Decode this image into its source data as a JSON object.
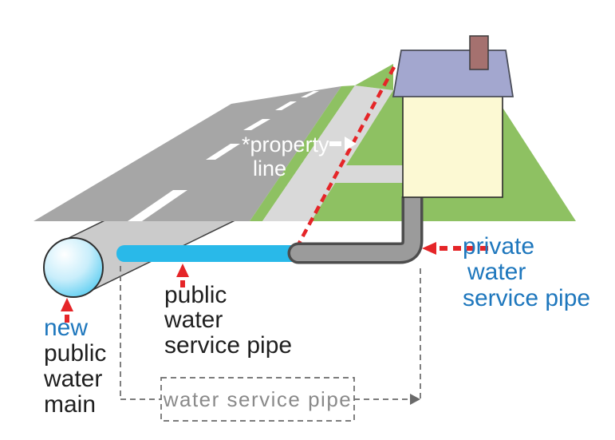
{
  "labels": {
    "property_line": [
      "*property",
      "line"
    ],
    "water_main": [
      "new",
      "public",
      "water",
      "main"
    ],
    "public_service_pipe": [
      "public",
      "water",
      "service pipe"
    ],
    "private_service_pipe": [
      "private",
      "water",
      "service pipe"
    ],
    "water_service_pipe_combined": "water service pipe"
  },
  "colors": {
    "road": "#a6a6a6",
    "grass": "#8ec162",
    "sidewalk": "#d9d9d9",
    "walkway": "#d9d9d9",
    "roof": "#a3a7cf",
    "house_wall": "#fcf9d3",
    "chimney": "#a5716f",
    "public_pipe_blue": "#29b9e9",
    "private_pipe_gray": "#9b9b9b",
    "pipe_outline": "#4d4d4d",
    "water_main_body": "#cbcbcb",
    "arrow_red": "#e52528",
    "label_blue": "#1e77bd",
    "label_black": "#1f1f1f",
    "label_gray": "#8a8a8a",
    "label_white": "#ffffff",
    "bracket_gray": "#6a6a6a"
  }
}
